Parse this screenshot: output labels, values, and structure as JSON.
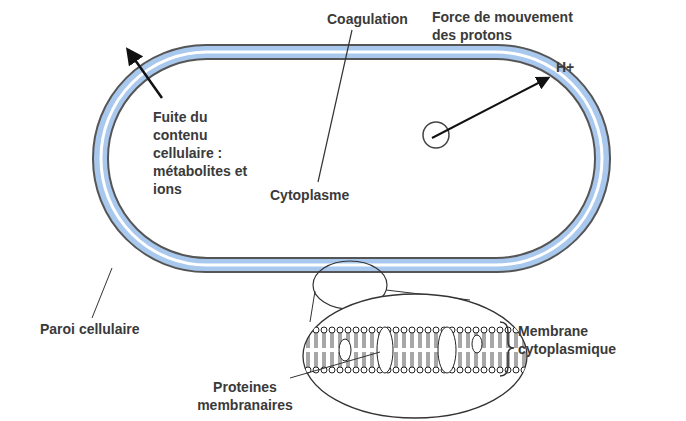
{
  "diagram": {
    "labels": [
      "Coagulation",
      "Force de mouvement des protons",
      "H+",
      "Fuite du contenu cellulaire : métabolites et ions",
      "Cytoplasme",
      "Paroi cellulaire",
      "Membrane cytoplasmique",
      "Proteines membranaires"
    ]
  }
}
